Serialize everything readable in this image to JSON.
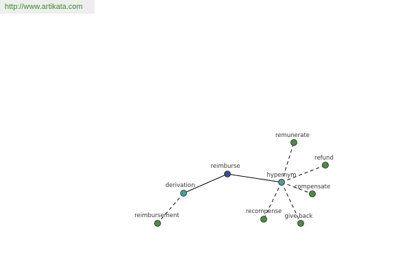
{
  "watermark": {
    "url": "http://www.artikata.com"
  },
  "colors": {
    "root_node": "#3f4a8e",
    "relation_node": "#4f9d9a",
    "leaf_node": "#4d8a45",
    "edge": "#000000",
    "banner_bg": "#eeeeee",
    "url_text": "#3c8a2f"
  },
  "graph": {
    "root": {
      "label": "reimburse"
    },
    "relations": [
      {
        "label": "derivation"
      },
      {
        "label": "hypernym"
      }
    ],
    "leaves": [
      {
        "label": "reimbursement"
      },
      {
        "label": "remunerate"
      },
      {
        "label": "refund"
      },
      {
        "label": "compensate"
      },
      {
        "label": "recompense"
      },
      {
        "label": "give back"
      }
    ]
  }
}
